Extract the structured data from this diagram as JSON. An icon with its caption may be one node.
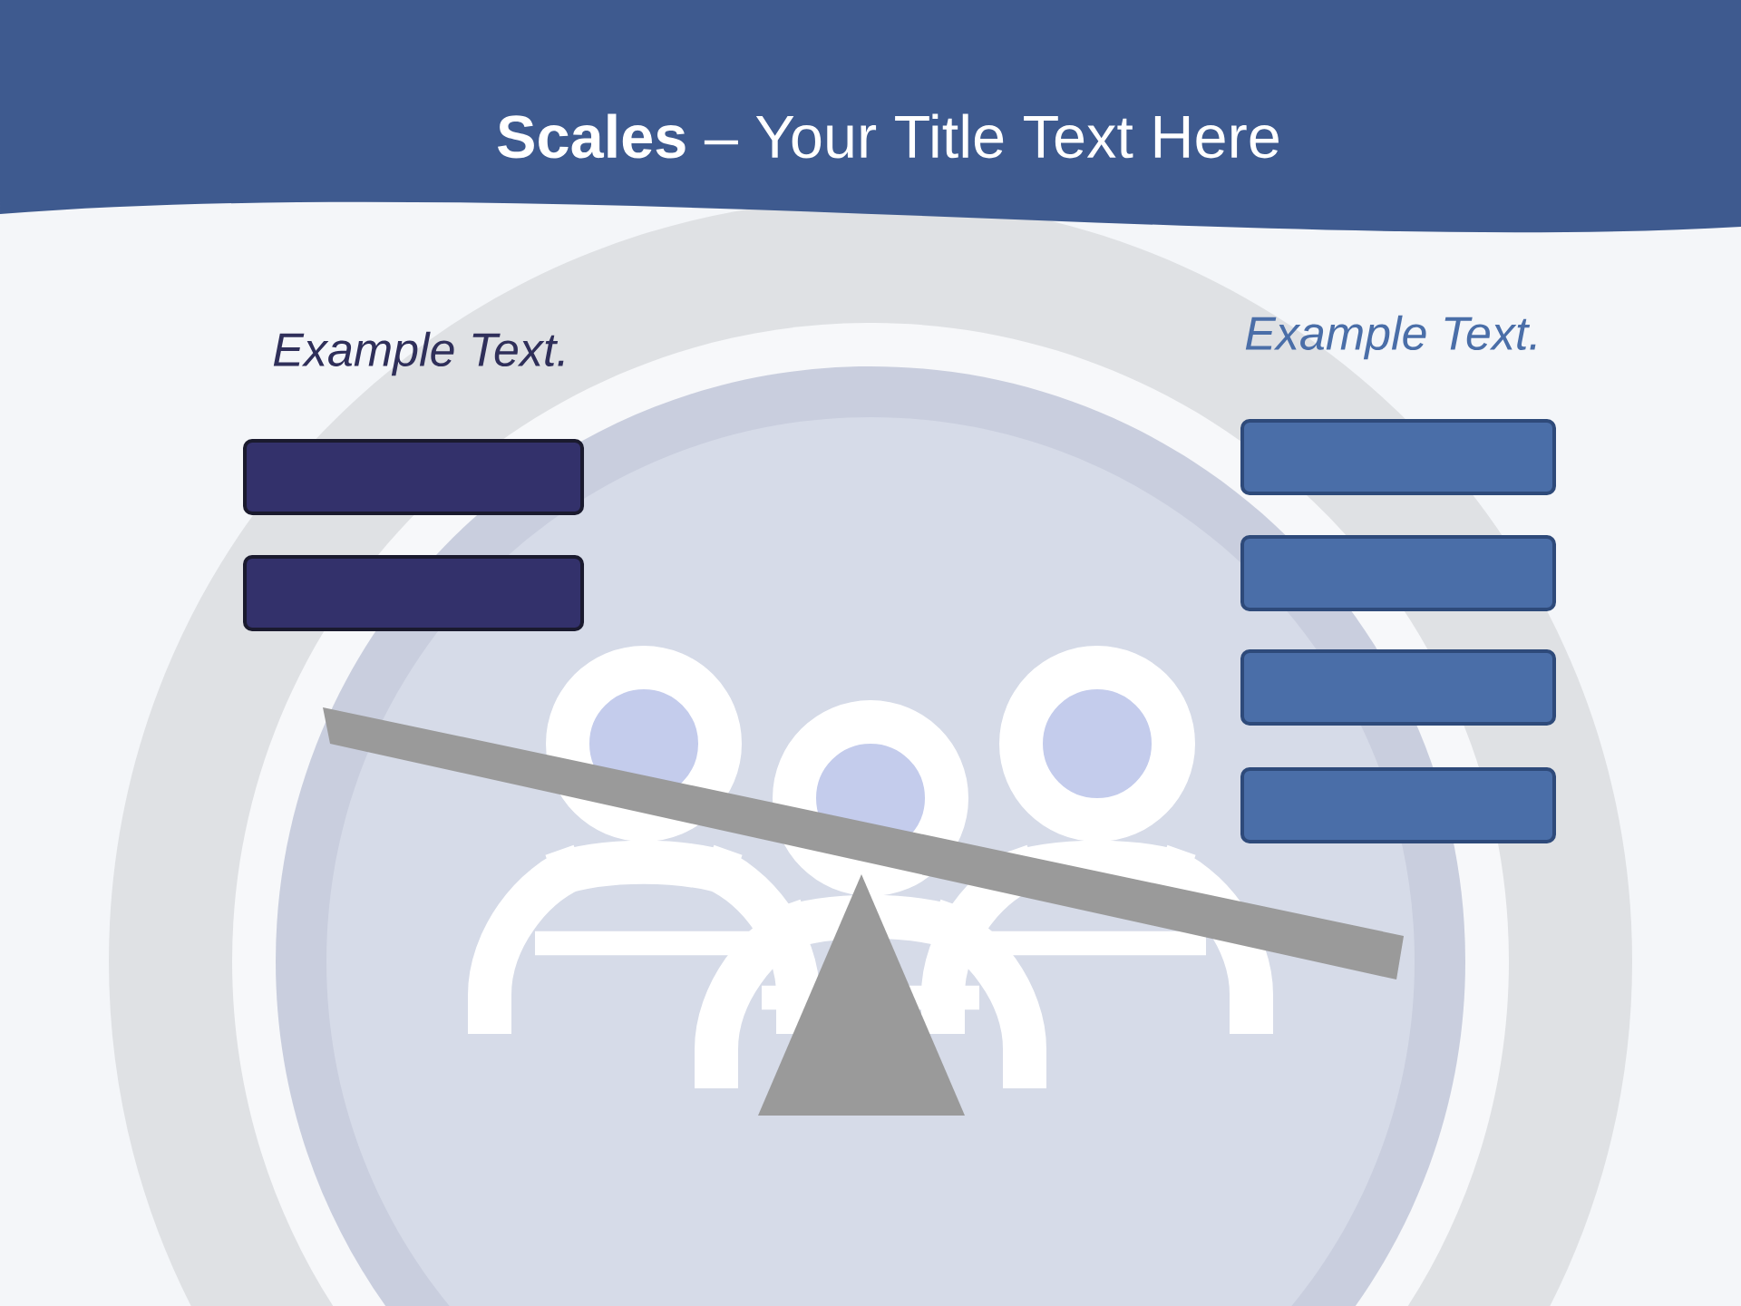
{
  "diagram": {
    "title": "**Scales** – Your Title Text Here",
    "nodes": [
      {
        "text": [],
        "shape": "box"
      },
      {
        "text": [],
        "shape": "box"
      },
      {
        "text": [],
        "shape": "box"
      },
      {
        "text": [],
        "shape": "box"
      },
      {
        "text": [],
        "shape": "box"
      },
      {
        "text": [],
        "shape": "box"
      }
    ],
    "labels": [
      "Example Text.",
      "Example Text."
    ]
  }
}
